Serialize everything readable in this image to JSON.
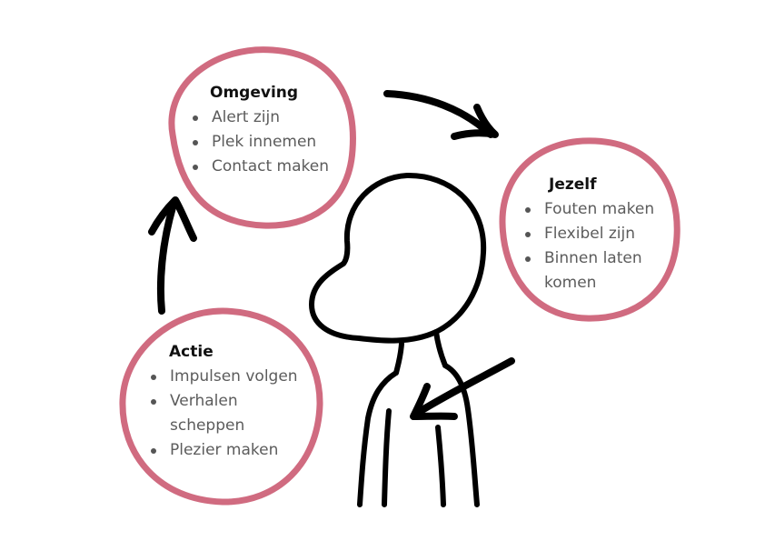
{
  "omgeving": {
    "title": "Omgeving",
    "items": [
      "Alert zijn",
      "Plek innemen",
      "Contact maken"
    ]
  },
  "jezelf": {
    "title": "Jezelf",
    "items": [
      "Fouten maken",
      "Flexibel zijn",
      "Binnen laten komen"
    ]
  },
  "actie": {
    "title": "Actie",
    "items": [
      "Impulsen volgen",
      "Verhalen scheppen",
      "Plezier maken"
    ]
  },
  "colors": {
    "circle": "#d06b80",
    "ink": "#000000",
    "text": "#5c5c5c"
  },
  "icons": [
    "person-outline-icon",
    "arrow-icon"
  ]
}
